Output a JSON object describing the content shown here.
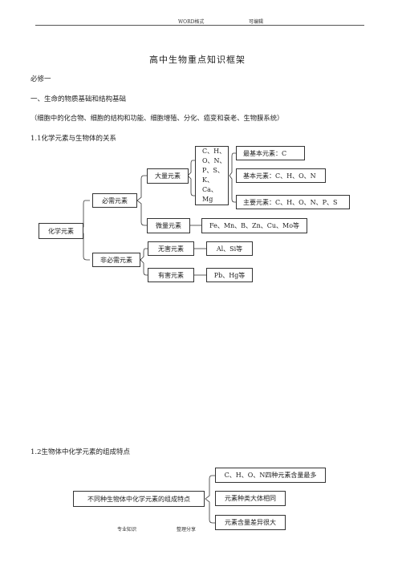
{
  "header": {
    "left": "WORD格式",
    "right": "可编辑"
  },
  "title": "高中生物重点知识框架",
  "subtitle": "必修一",
  "section1": {
    "heading": "一、生命的物质基础和结构基础",
    "note": "（细胞中的化合物、细胞的结构和功能、细胞增殖、分化、癌变和衰老、生物膜系统）",
    "sub_heading": "1.1化学元素与生物体的关系"
  },
  "diagram1": {
    "root": "化学元素",
    "essential": "必需元素",
    "non_essential": "非必需元素",
    "macro": "大量元素",
    "micro": "微量元素",
    "macro_list": [
      "C、H、",
      "O、N、",
      "P、S、",
      "K、Ca、",
      "Mg"
    ],
    "micro_list": "Fe、Mn、B、Zn、Cu、Mo等",
    "most_basic": "最基本元素：C",
    "basic": "基本元素：C、H、O、N",
    "main": "主要元素：C、H、O、N、P、S",
    "harmless": "无害元素",
    "harmful": "有害元素",
    "harmless_list": "Al、Si等",
    "harmful_list": "Pb、Hg等"
  },
  "section2": {
    "sub_heading": "1.2生物体中化学元素的组成特点"
  },
  "diagram2": {
    "root": "不同种生物体中化学元素的组成特点",
    "item1": "C、H、O、N四种元素含量最多",
    "item2": "元素种类大体相同",
    "item3": "元素含量差异很大"
  },
  "footer": {
    "left": "专业知识",
    "right": "整理分享"
  }
}
